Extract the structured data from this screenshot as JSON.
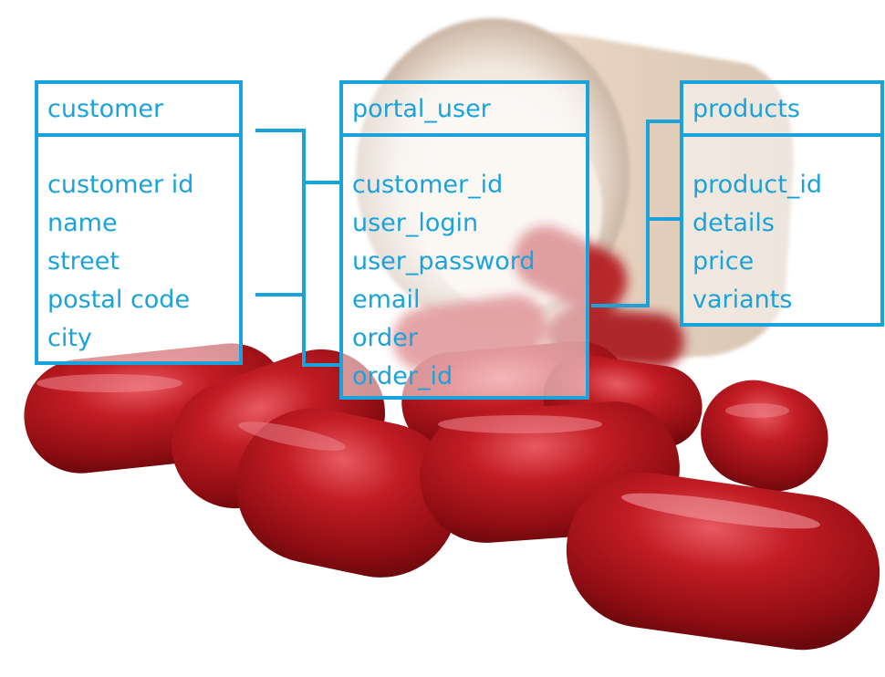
{
  "colors": {
    "accent": "#1aa3db",
    "capsule": "#b8141a",
    "capsule_highlight": "#e8606a",
    "bottle": "#e8d6c6",
    "background": "#ffffff"
  },
  "tables": {
    "customer": {
      "title": "customer",
      "fields": [
        "customer id",
        "name",
        "street",
        "postal code",
        "city"
      ]
    },
    "portal_user": {
      "title": "portal_user",
      "fields": [
        "customer_id",
        "user_login",
        "user_password",
        "email",
        "order",
        "order_id"
      ]
    },
    "products": {
      "title": "products",
      "fields": [
        "product_id",
        "details",
        "price",
        "variants"
      ]
    }
  }
}
